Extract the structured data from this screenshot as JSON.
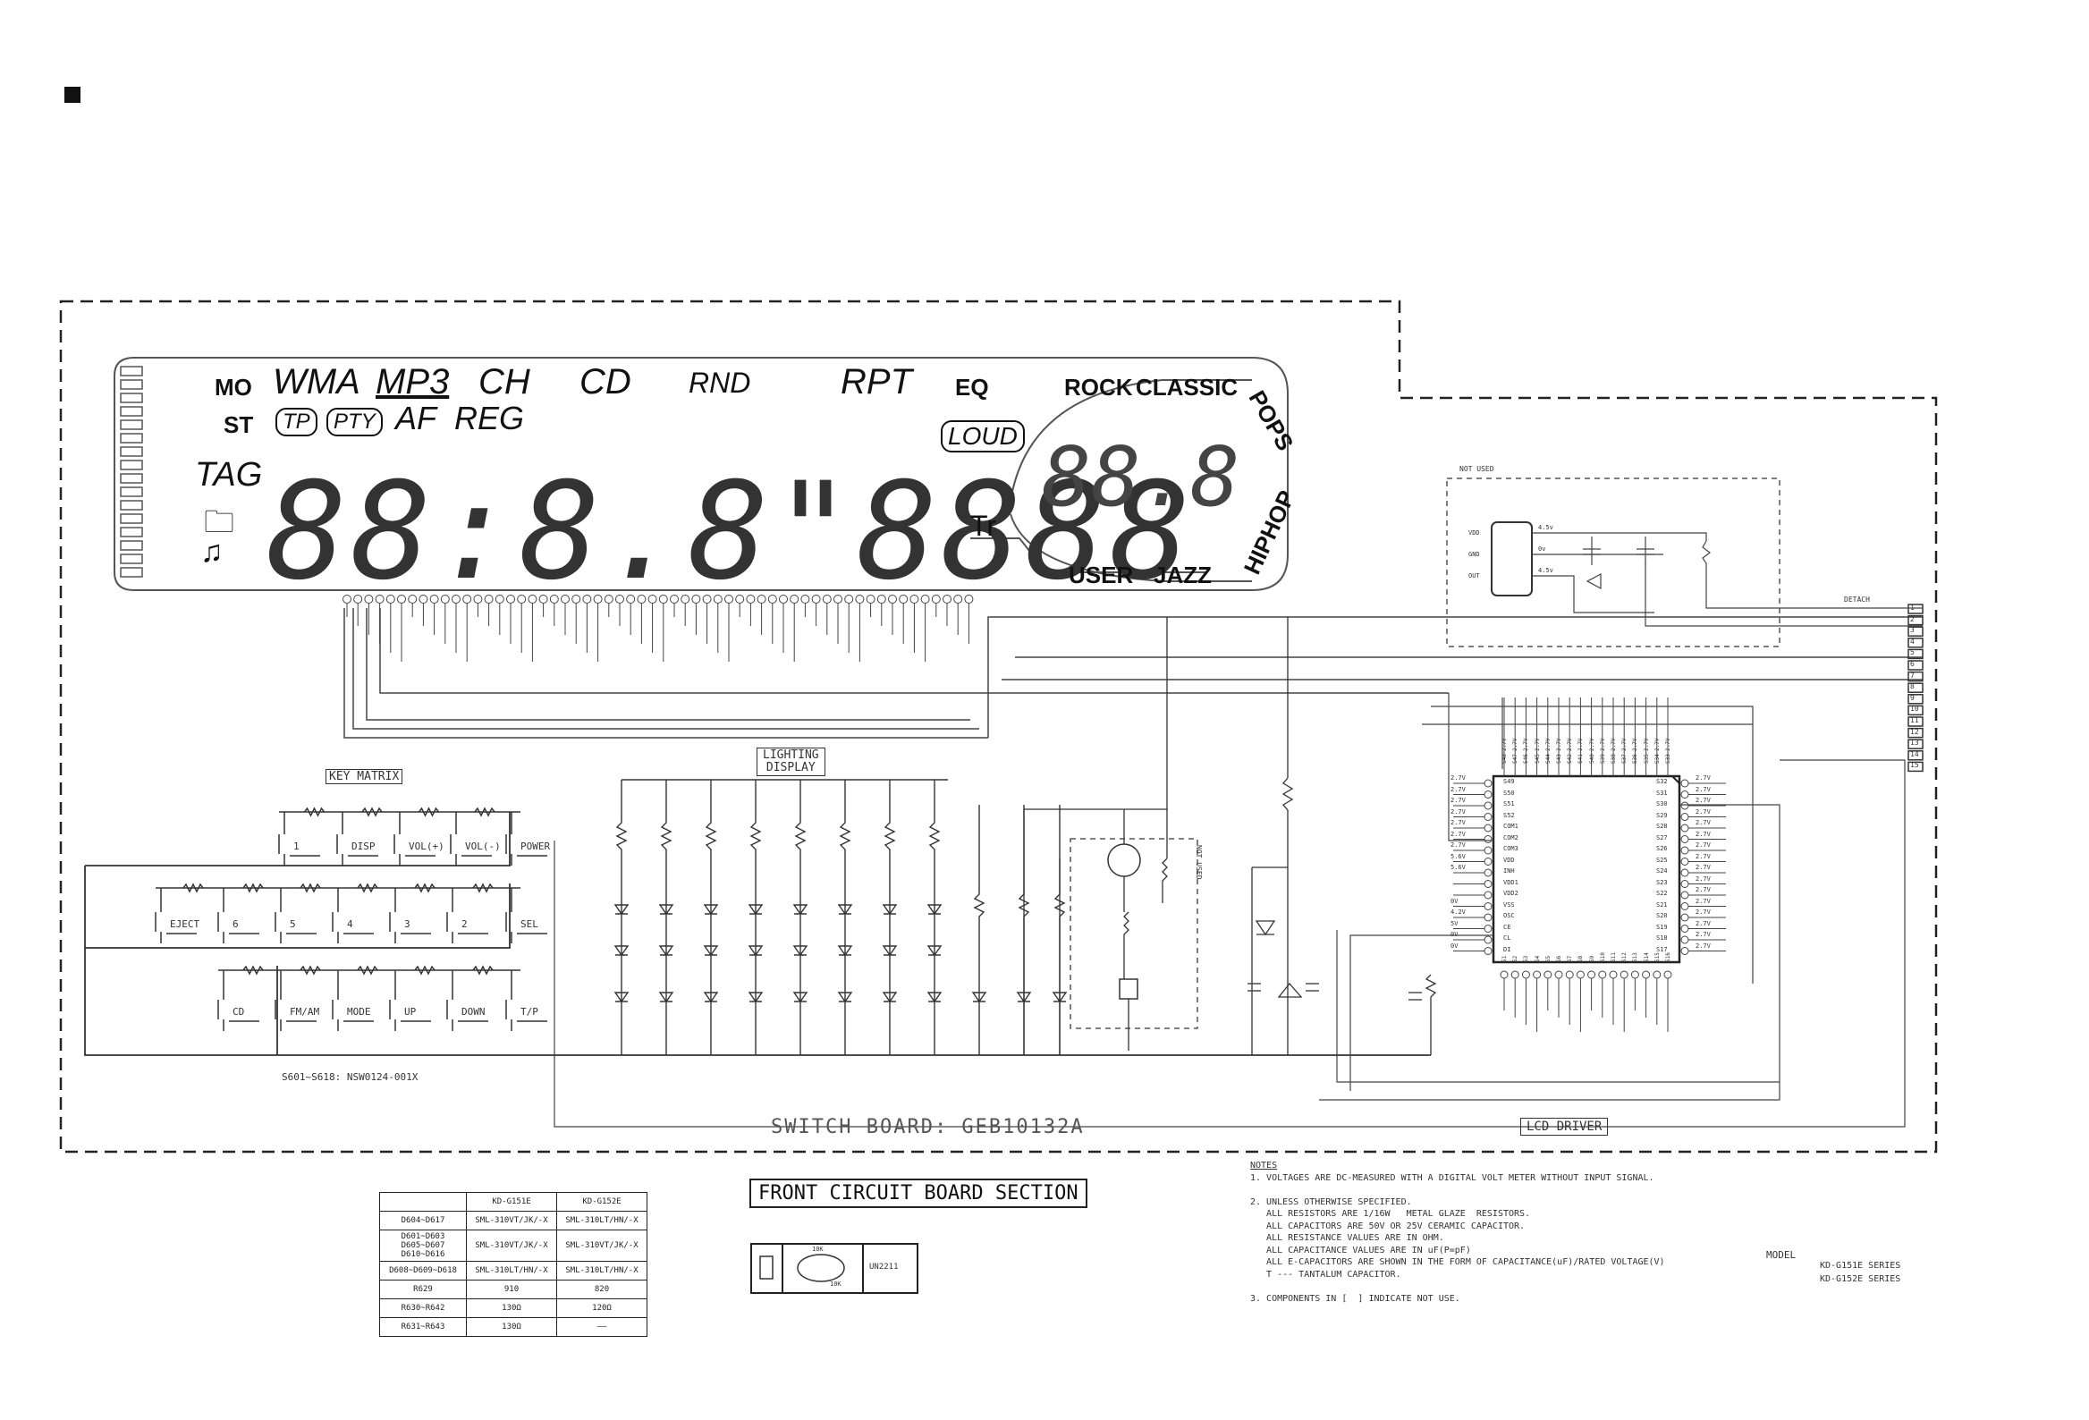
{
  "lcd": {
    "mo": "MO",
    "st": "ST",
    "wma": "WMA",
    "mp3": "MP3",
    "ch": "CH",
    "cd": "CD",
    "rnd": "RND",
    "rpt": "RPT",
    "tp": "TP",
    "pty": "PTY",
    "af": "AF",
    "reg": "REG",
    "tag": "TAG",
    "eq": "EQ",
    "loud": "LOUD",
    "tr": "Tr",
    "rock": "ROCK",
    "classic": "CLASSIC",
    "pops": "POPS",
    "hiphop": "HIPHOP",
    "user": "USER",
    "jazz": "JAZZ",
    "digits": "88:8.8\"8888",
    "small_digits": "88.8"
  },
  "labels": {
    "key_matrix": "KEY MATRIX",
    "lighting_display_1": "LIGHTING",
    "lighting_display_2": "DISPLAY",
    "switch_board": "SWITCH BOARD: GEB10132A",
    "lcd_driver": "LCD DRIVER",
    "switch_parts": "S601~S618: NSW0124-001X",
    "not_used_top": "NOT USED",
    "not_used_mid": "NOT USED",
    "detach": "DETACH",
    "front_section": "FRONT CIRCUIT BOARD SECTION",
    "transistor_part": "UN2211",
    "r_top": "10K",
    "r_bot": "10K"
  },
  "keys_row1": [
    "1",
    "DISP",
    "VOL(+)",
    "VOL(-)",
    "POWER"
  ],
  "keys_row2": [
    "EJECT",
    "6",
    "5",
    "4",
    "3",
    "2",
    "SEL"
  ],
  "keys_row3": [
    "CD",
    "FM/AM",
    "MODE",
    "UP",
    "DOWN",
    "T/P"
  ],
  "connector_pins": [
    "1",
    "2",
    "3",
    "4",
    "5",
    "6",
    "7",
    "8",
    "9",
    "10",
    "11",
    "12",
    "13",
    "14",
    "15"
  ],
  "regulator_pins": {
    "vdd": "VDD",
    "gnd": "GND",
    "out": "OUT",
    "v1": "4.5v",
    "v2": "0v",
    "v3": "4.5v"
  },
  "ic_left_pins": [
    "S49",
    "S50",
    "S51",
    "S52",
    "COM1",
    "COM2",
    "COM3",
    "VDD",
    "INH",
    "VDD1",
    "VDD2",
    "VSS",
    "OSC",
    "CE",
    "CL",
    "DI"
  ],
  "ic_left_volts": [
    "2.7V",
    "2.7V",
    "2.7V",
    "2.7V",
    "2.7V",
    "2.7V",
    "2.7V",
    "5.6V",
    "5.6V",
    "",
    "",
    "0V",
    "4.2V",
    "5V",
    "0V",
    "0V"
  ],
  "ic_right_pins": [
    "S32",
    "S31",
    "S30",
    "S29",
    "S28",
    "S27",
    "S26",
    "S25",
    "S24",
    "S23",
    "S22",
    "S21",
    "S20",
    "S19",
    "S18",
    "S17"
  ],
  "ic_right_volts": [
    "2.7V",
    "2.7V",
    "2.7V",
    "2.7V",
    "2.7V",
    "2.7V",
    "2.7V",
    "2.7V",
    "2.7V",
    "2.7V",
    "2.7V",
    "2.7V",
    "2.7V",
    "2.7V",
    "2.7V",
    "2.7V"
  ],
  "ic_top_pins": [
    "S48",
    "S47",
    "S46",
    "S45",
    "S44",
    "S43",
    "S42",
    "S41",
    "S40",
    "S39",
    "S38",
    "S37",
    "S36",
    "S35",
    "S34",
    "S33"
  ],
  "ic_bottom_pins": [
    "S1",
    "S2",
    "S3",
    "S4",
    "S5",
    "S6",
    "S7",
    "S8",
    "S9",
    "S10",
    "S11",
    "S12",
    "S13",
    "S14",
    "S15",
    "S16"
  ],
  "parts_table": {
    "header": [
      "",
      "KD-G151E",
      "KD-G152E"
    ],
    "rows": [
      [
        "D604~D617",
        "SML-310VT/JK/-X",
        "SML-310LT/HN/-X"
      ],
      [
        "D601~D603\nD605~D607\nD610~D616",
        "SML-310VT/JK/-X",
        "SML-310VT/JK/-X"
      ],
      [
        "D608~D609~D618",
        "SML-310LT/HN/-X",
        "SML-310LT/HN/-X"
      ],
      [
        "R629",
        "910",
        "820"
      ],
      [
        "R630~R642",
        "130Ω",
        "120Ω"
      ],
      [
        "R631~R643",
        "130Ω",
        "——"
      ]
    ]
  },
  "notes": {
    "title": "NOTES",
    "lines": [
      "1. VOLTAGES ARE DC-MEASURED WITH A DIGITAL VOLT METER WITHOUT INPUT SIGNAL.",
      "",
      "2. UNLESS OTHERWISE SPECIFIED.",
      "   ALL RESISTORS ARE 1/16W   METAL GLAZE  RESISTORS.",
      "   ALL CAPACITORS ARE 50V OR 25V CERAMIC CAPACITOR.",
      "   ALL RESISTANCE VALUES ARE IN OHM.",
      "   ALL CAPACITANCE VALUES ARE IN uF(P=pF)",
      "   ALL E-CAPACITORS ARE SHOWN IN THE FORM OF CAPACITANCE(uF)/RATED VOLTAGE(V)",
      "   T --- TANTALUM CAPACITOR.",
      "",
      "3. COMPONENTS IN [  ] INDICATE NOT USE."
    ]
  },
  "model": {
    "label": "MODEL",
    "m1": "KD-G151E SERIES",
    "m2": "KD-G152E SERIES"
  }
}
